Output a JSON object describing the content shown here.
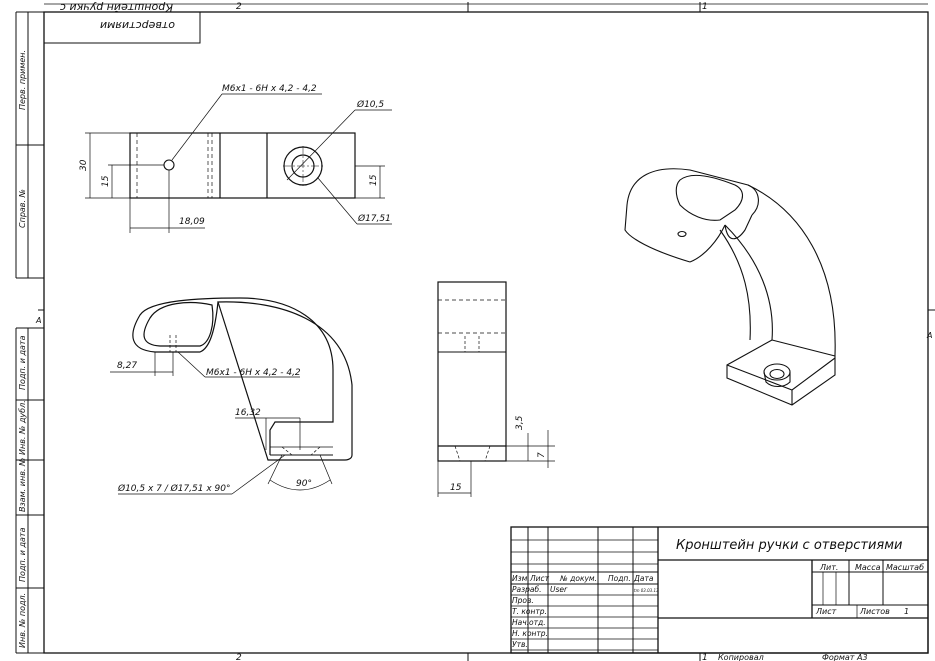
{
  "sheet": {
    "top_zone_left": "2",
    "top_zone_right": "1",
    "bottom_zone_left": "2",
    "bottom_zone_right": "1",
    "side_zone_left": "A",
    "side_zone_right": "A",
    "mirrored_stamp_line1": "Кронштейн ручки с",
    "mirrored_stamp_line2": "отверстиями",
    "copied": "Копировал",
    "format": "Формат А3"
  },
  "side_strip": {
    "perv_primen": "Перв. примен.",
    "sprav_no": "Справ. №",
    "podp_data_1": "Подп. и дата",
    "inv_dubl": "Инв. № дубл.",
    "vzam_inv": "Взам. инв. №",
    "podp_data_2": "Подп. и дата",
    "inv_podl": "Инв. № подл."
  },
  "dimensions": {
    "thread_top": "М6x1 - 6H x 4,2 - 4,2",
    "d10_5": "Ø10,5",
    "d17_51": "Ø17,51",
    "h30": "30",
    "h15_left": "15",
    "h15_right": "15",
    "w18_09": "18,09",
    "d8_27": "8,27",
    "thread_side": "М6x1 - 6H x 4,2 - 4,2",
    "d16_32": "16,32",
    "countersink": "Ø10,5 x 7 / Ø17,51 x 90°",
    "angle90": "90°",
    "h3_5": "3,5",
    "h7": "7",
    "w15": "15"
  },
  "title_block": {
    "name": "Кронштейн ручки с отверстиями",
    "lit": "Лит.",
    "massa": "Масса",
    "masshtab": "Масштаб",
    "izm": "Изм.",
    "list": "Лист",
    "n_dokum": "№ докум.",
    "podp": "Подп.",
    "data": "Дата",
    "razrab": "Разраб.",
    "razrab_name": "User",
    "razrab_date": "tm 03.03.13",
    "prov": "Пров.",
    "t_kontr": "Т. контр.",
    "nach_otd": "Нач.отд.",
    "n_kontr": "Н. контр.",
    "utv": "Утв.",
    "sheet_list": "Лист",
    "sheet_listov": "Листов",
    "sheet_listov_val": "1"
  }
}
